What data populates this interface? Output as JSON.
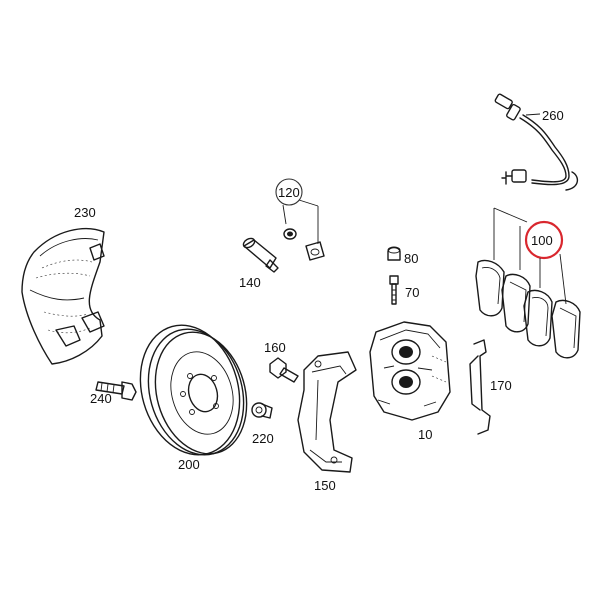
{
  "highlight_color": "#d9272e",
  "parts": [
    {
      "id": "p260",
      "number": "260",
      "icon": "brake-wear-sensor-icon"
    },
    {
      "id": "p230",
      "number": "230",
      "icon": "splash-shield-icon"
    },
    {
      "id": "p120",
      "number": "120",
      "icon": "guide-pin-kit-icon"
    },
    {
      "id": "p140",
      "number": "140",
      "icon": "guide-pin-icon"
    },
    {
      "id": "p100",
      "number": "100",
      "icon": "brake-pad-set-icon",
      "highlighted": true
    },
    {
      "id": "p80",
      "number": "80",
      "icon": "bleeder-cap-icon"
    },
    {
      "id": "p70",
      "number": "70",
      "icon": "bleeder-screw-icon"
    },
    {
      "id": "p160",
      "number": "160",
      "icon": "bolt-icon"
    },
    {
      "id": "p170",
      "number": "170",
      "icon": "anti-rattle-spring-icon"
    },
    {
      "id": "p240",
      "number": "240",
      "icon": "bolt-icon"
    },
    {
      "id": "p220",
      "number": "220",
      "icon": "retaining-screw-icon"
    },
    {
      "id": "p200",
      "number": "200",
      "icon": "brake-disc-icon"
    },
    {
      "id": "p10",
      "number": "10",
      "icon": "brake-caliper-icon"
    },
    {
      "id": "p150",
      "number": "150",
      "icon": "caliper-bracket-icon"
    }
  ]
}
